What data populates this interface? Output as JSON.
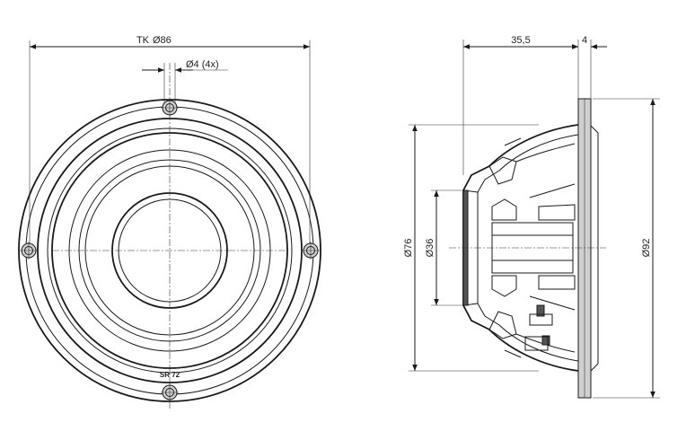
{
  "front_view": {
    "tk_label": "TK",
    "tk_dim": "Ø86",
    "hole_dim": "Ø4 (4x)",
    "model_label": "SR 72"
  },
  "side_view": {
    "depth_dim": "35,5",
    "flange_dim": "4",
    "d76_dim": "Ø76",
    "d36_dim": "Ø36",
    "d92_dim": "Ø92"
  }
}
